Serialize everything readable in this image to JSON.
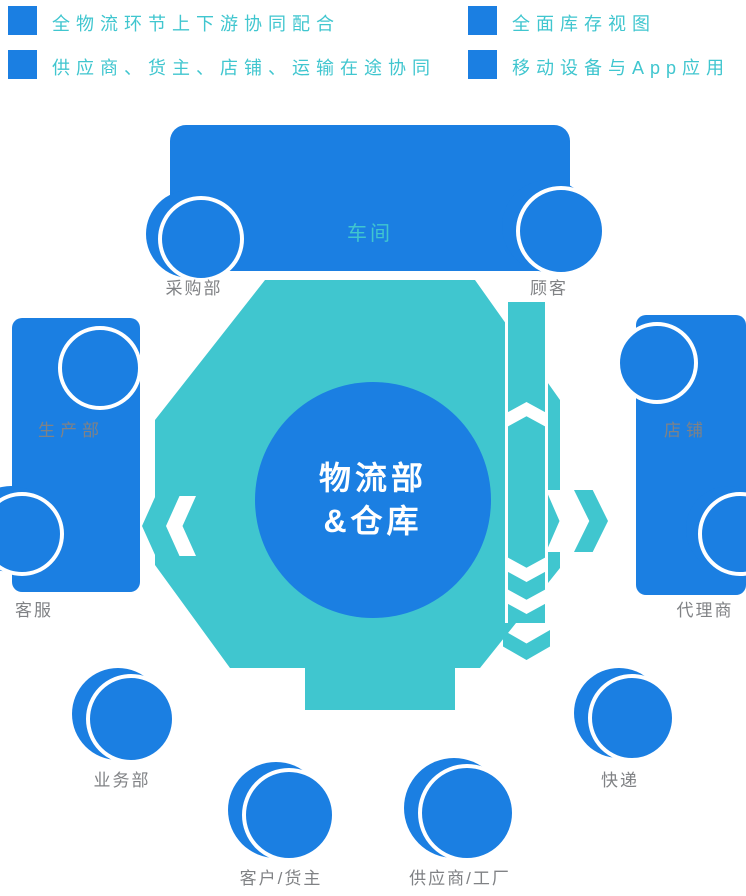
{
  "colors": {
    "blue": "#1b7fe2",
    "teal": "#40c6cf",
    "gray": "#808285"
  },
  "icons": {
    "legend_bullet": "blue-square",
    "flow_arrows": [
      "chevron-left",
      "chevron-right",
      "chevron-up",
      "chevron-down"
    ]
  },
  "legend": {
    "items": [
      {
        "icon": "blue-square",
        "label": "全物流环节上下游协同配合"
      },
      {
        "icon": "blue-square",
        "label": "供应商、货主、店铺、运输在途协同"
      },
      {
        "icon": "blue-square",
        "label": "全面库存视图"
      },
      {
        "icon": "blue-square",
        "label": "移动设备与App应用"
      }
    ]
  },
  "hub": {
    "title_line1": "物流部",
    "title_line2": "&仓库"
  },
  "nodes": {
    "workshop": {
      "label": "车间"
    },
    "purchasing": {
      "label": "采购部"
    },
    "customer": {
      "label": "顾客"
    },
    "production": {
      "label": "生产部"
    },
    "shop": {
      "label": "店铺"
    },
    "customer_service": {
      "label": "客服"
    },
    "agent": {
      "label": "代理商"
    },
    "business": {
      "label": "业务部"
    },
    "express": {
      "label": "快递"
    },
    "client_owner": {
      "label": "客户/货主"
    },
    "supplier_factory": {
      "label": "供应商/工厂"
    }
  }
}
